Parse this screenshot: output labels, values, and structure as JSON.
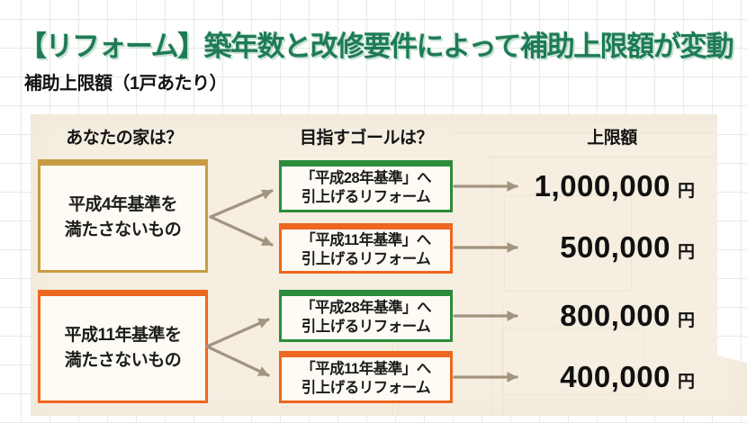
{
  "title": "【リフォーム】築年数と改修要件によって補助上限額が変動",
  "subtitle": "補助上限額（1戸あたり）",
  "colors": {
    "title_green": "#1e7b55",
    "panel_cream": "#f5eee1",
    "box_fill": "#fdfbf3",
    "gold": "#c89c44",
    "orange": "#ec671f",
    "green": "#2a8c3a",
    "arrow": "#a2947e",
    "grid_line": "#e2ece6"
  },
  "diagram": {
    "columns": {
      "house_header": "あなたの家は？",
      "goal_header": "目指すゴールは？",
      "amount_header": "上限額"
    },
    "house_boxes": [
      {
        "line1": "平成4年基準を",
        "line2": "満たさないもの",
        "accent": "#c89c44"
      },
      {
        "line1": "平成11年基準を",
        "line2": "満たさないもの",
        "accent": "#ec671f"
      }
    ],
    "goal_boxes": [
      {
        "line1": "「平成28年基準」へ",
        "line2": "引上げるリフォーム",
        "accent": "#2a8c3a"
      },
      {
        "line1": "「平成11年基準」へ",
        "line2": "引上げるリフォーム",
        "accent": "#ec671f"
      },
      {
        "line1": "「平成28年基準」へ",
        "line2": "引上げるリフォーム",
        "accent": "#2a8c3a"
      },
      {
        "line1": "「平成11年基準」へ",
        "line2": "引上げるリフォーム",
        "accent": "#ec671f"
      }
    ],
    "amounts": [
      {
        "value": "1,000,000",
        "unit": "円"
      },
      {
        "value": "500,000",
        "unit": "円"
      },
      {
        "value": "800,000",
        "unit": "円"
      },
      {
        "value": "400,000",
        "unit": "円"
      }
    ]
  }
}
